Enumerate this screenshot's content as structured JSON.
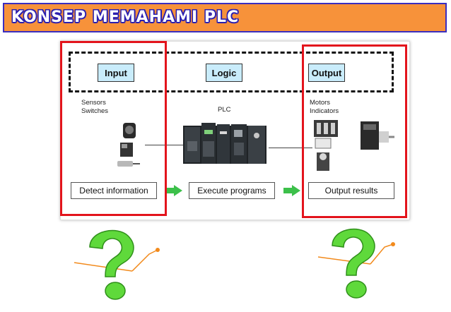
{
  "banner": {
    "title": "KONSEP MEMAHAMI PLC"
  },
  "diagram": {
    "input_label": "Input",
    "logic_label": "Logic",
    "output_label": "Output",
    "input_devices": "Sensors\nSwitches",
    "plc_caption": "PLC",
    "output_devices": "Motors\nIndicators",
    "stage_input": "Detect information",
    "stage_logic": "Execute programs",
    "stage_output": "Output results"
  },
  "colors": {
    "banner_bg": "#f7923a",
    "banner_border": "#3a2ec0",
    "highlight_red": "#e3141c",
    "label_blue": "#c9ecfb",
    "arrow_green": "#3cc04a",
    "question_green": "#5fd93b"
  },
  "icons": [
    "flow-arrow-icon",
    "question-mark-icon",
    "plc-unit-icon",
    "sensor-icon",
    "motor-icon"
  ]
}
